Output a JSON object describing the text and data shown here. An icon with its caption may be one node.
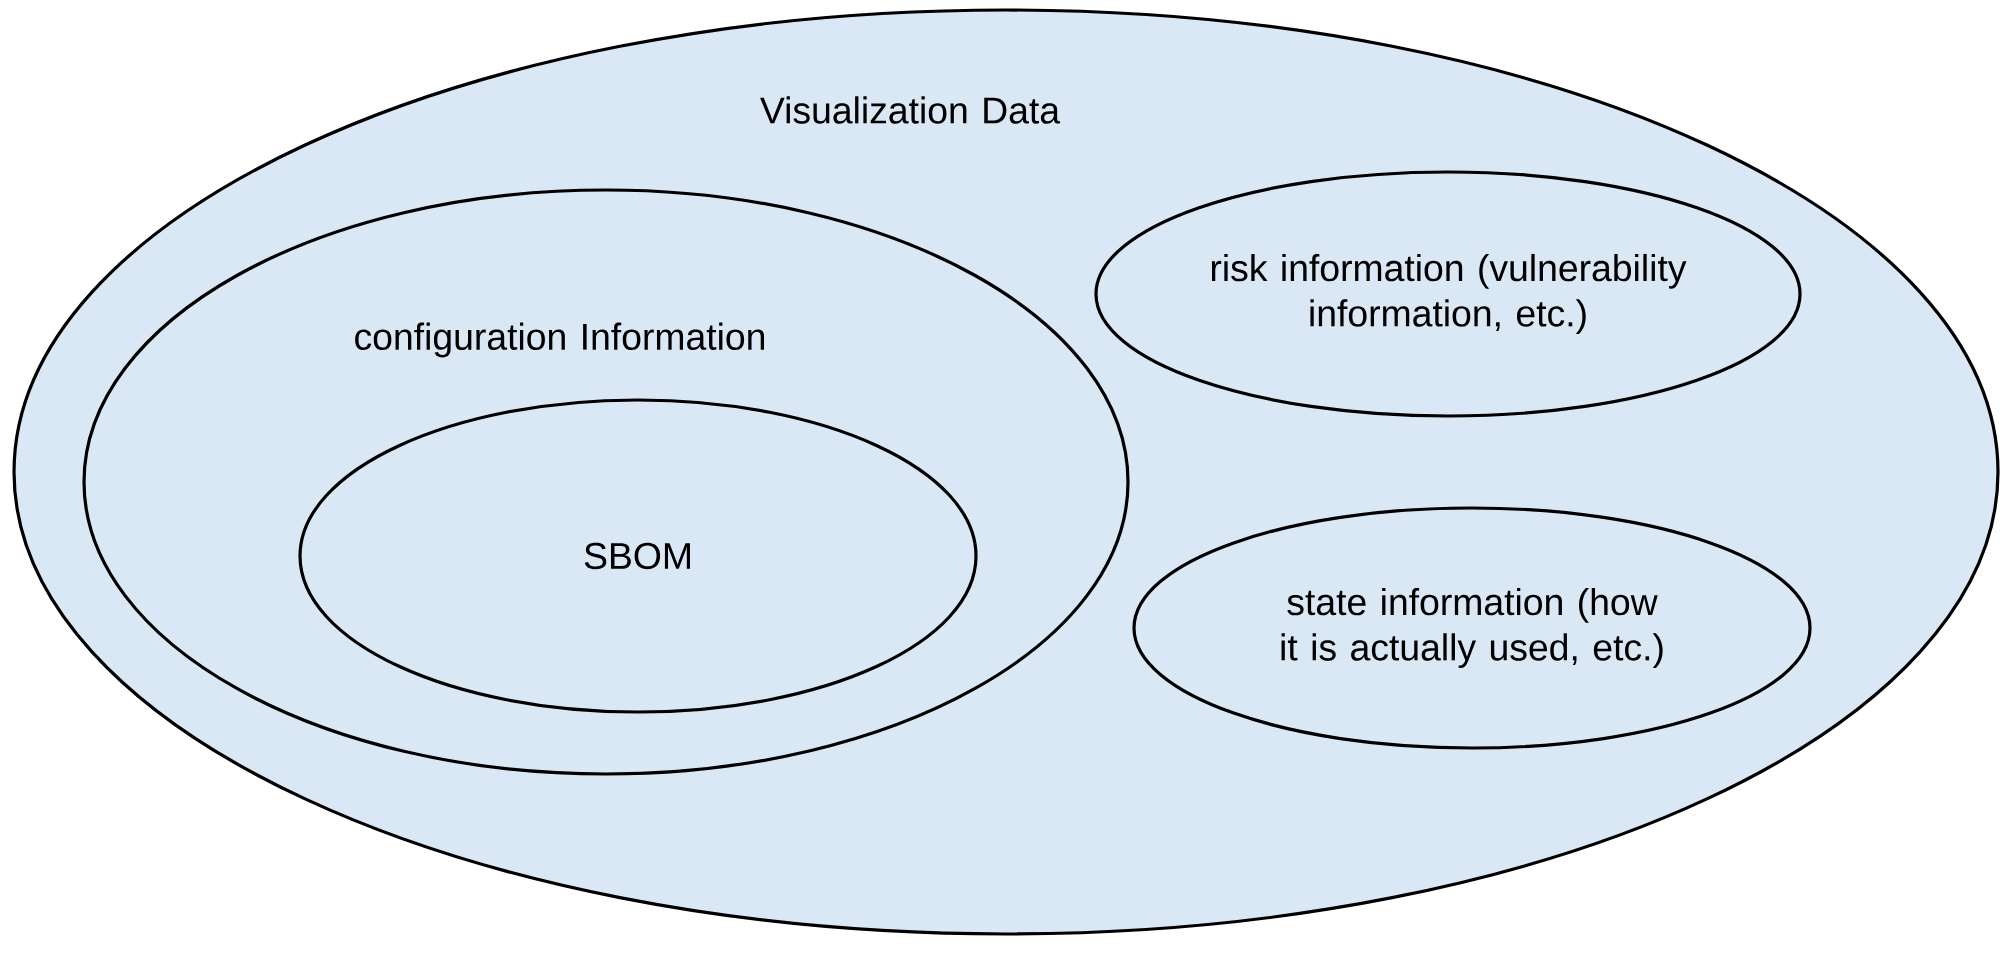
{
  "diagram": {
    "nodes": [
      {
        "text": [
          "Visualization Data"
        ]
      },
      {
        "text": [
          "configuration Information"
        ],
        "in": 0
      },
      {
        "text": [
          "SBOM"
        ],
        "in": 1
      },
      {
        "text": [
          "risk information (vulnerability information, etc.)"
        ],
        "in": 0
      },
      {
        "text": [
          "state information (how it is actually used, etc.)"
        ],
        "in": 0
      }
    ]
  }
}
